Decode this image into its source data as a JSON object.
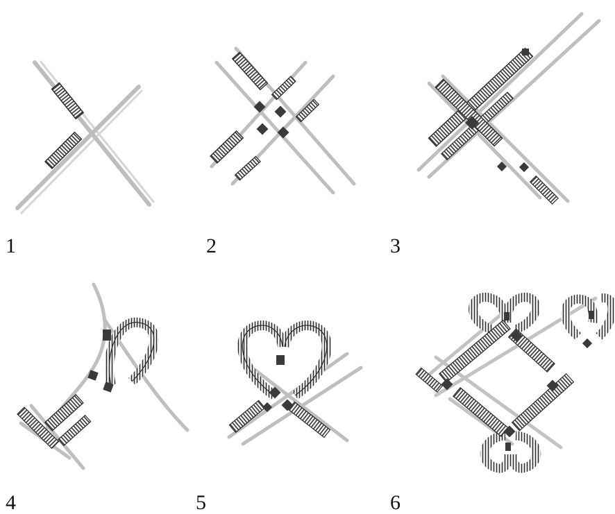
{
  "steps": [
    {
      "label": "1",
      "icon": "two-strand-cross-icon"
    },
    {
      "label": "2",
      "icon": "four-strand-lattice-icon"
    },
    {
      "label": "3",
      "icon": "diagonal-bundle-cross-icon"
    },
    {
      "label": "4",
      "icon": "loop-forming-icon"
    },
    {
      "label": "5",
      "icon": "heart-knot-icon"
    },
    {
      "label": "6",
      "icon": "diamond-lattice-with-loops-icon"
    }
  ],
  "colors": {
    "ink": "#2b2b2b",
    "pencil": "#9a9a9a",
    "paper": "#ffffff"
  }
}
